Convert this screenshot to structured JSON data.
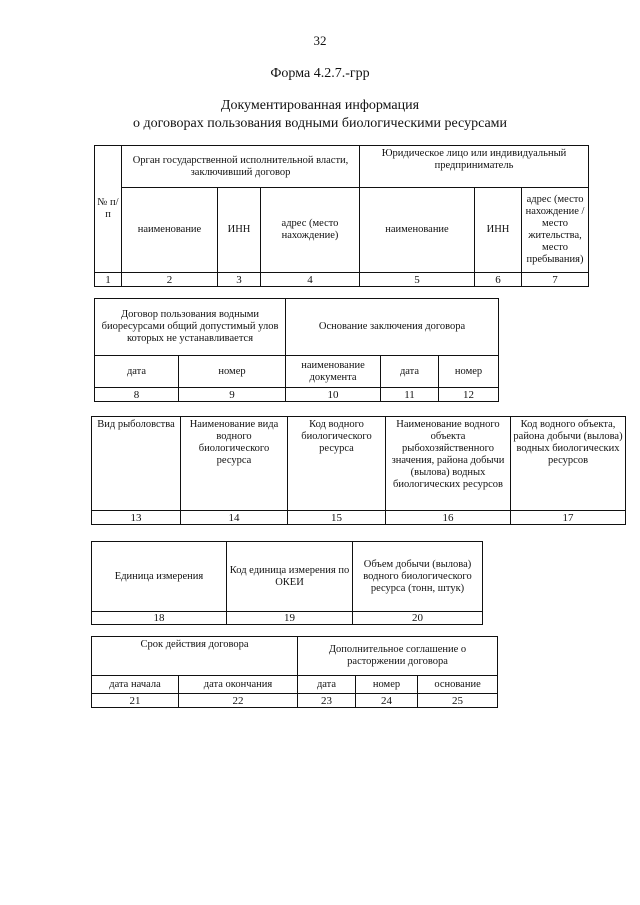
{
  "page_number": "32",
  "form_label": "Форма 4.2.7.-грр",
  "title": {
    "line1": "Документированная информация",
    "line2": "о договорах  пользования водными биологическими ресурсами"
  },
  "table1": {
    "col_num": "№ п/п",
    "organ": "Орган государственной исполнительной власти, заключивший договор",
    "legal": "Юридическое лицо или индивидуальный предприниматель",
    "sub": [
      "наименование",
      "ИНН",
      "адрес (место нахождение)",
      "наименование",
      "ИНН",
      "адрес (место нахождение / место жительства, место пребывания)"
    ],
    "numbers": [
      "1",
      "2",
      "3",
      "4",
      "5",
      "6",
      "7"
    ]
  },
  "table2": {
    "contract": "Договор пользования водными биоресурсами общий допустимый улов которых не устанавливается",
    "basis": "Основание заключения договора",
    "sub": [
      "дата",
      "номер",
      "наименование документа",
      "дата",
      "номер"
    ],
    "numbers": [
      "8",
      "9",
      "10",
      "11",
      "12"
    ]
  },
  "table3": {
    "headers": [
      "Вид рыболовства",
      "Наименование вида водного биологического ресурса",
      "Код водного биологического ресурса",
      "Наименование водного объекта рыбохозяйственного значения, района добычи (вылова) водных биологических ресурсов",
      "Код водного объекта, района добычи (вылова) водных биологических ресурсов"
    ],
    "numbers": [
      "13",
      "14",
      "15",
      "16",
      "17"
    ]
  },
  "table4": {
    "headers": [
      "Единица измерения",
      "Код единица измерения по ОКЕИ",
      "Объем добычи (вылова) водного биологического ресурса (тонн, штук)"
    ],
    "numbers": [
      "18",
      "19",
      "20"
    ]
  },
  "table5": {
    "term": "Срок действия договора",
    "additional": "Дополнительное соглашение о расторжении договора",
    "sub": [
      "дата начала",
      "дата окончания",
      "дата",
      "номер",
      "основание"
    ],
    "numbers": [
      "21",
      "22",
      "23",
      "24",
      "25"
    ]
  }
}
